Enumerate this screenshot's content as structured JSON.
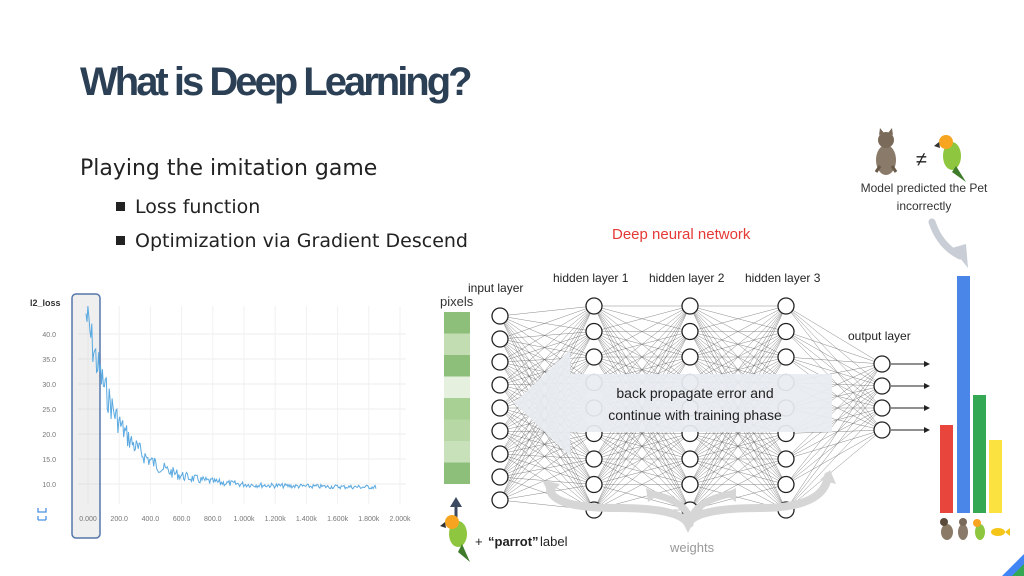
{
  "title": "What is Deep Learning?",
  "subtitle": "Playing the imitation game",
  "bullets": [
    "Loss function",
    "Optimization via Gradient Descend"
  ],
  "loss_chart": {
    "series_label": "l2_loss",
    "y_ticks": [
      "40.0",
      "35.0",
      "30.0",
      "25.0",
      "20.0",
      "15.0",
      "10.0"
    ],
    "x_ticks": [
      "0.000",
      "200.0",
      "400.0",
      "600.0",
      "800.0",
      "1.000k",
      "1.200k",
      "1.400k",
      "1.600k",
      "1.800k",
      "2.000k"
    ],
    "line_color": "#5aa9e0"
  },
  "network": {
    "heading": "Deep neural network",
    "heading_color": "#e53935",
    "input_layer": "input layer",
    "hidden_layers": [
      "hidden layer 1",
      "hidden layer 2",
      "hidden layer 3"
    ],
    "output_layer": "output layer",
    "pixels_label": "pixels",
    "backprop_line1": "back propagate error and",
    "backprop_line2": "continue with training phase",
    "weights_label": "weights",
    "parrot_word": "“parrot”",
    "label_word": "label",
    "plus": "+"
  },
  "prediction": {
    "not_equal": "≠",
    "text_line1": "Model predicted the Pet",
    "text_line2": "incorrectly",
    "bar_colors": [
      "#e8453c",
      "#4a86e8",
      "#34a853",
      "#fbe240"
    ]
  }
}
